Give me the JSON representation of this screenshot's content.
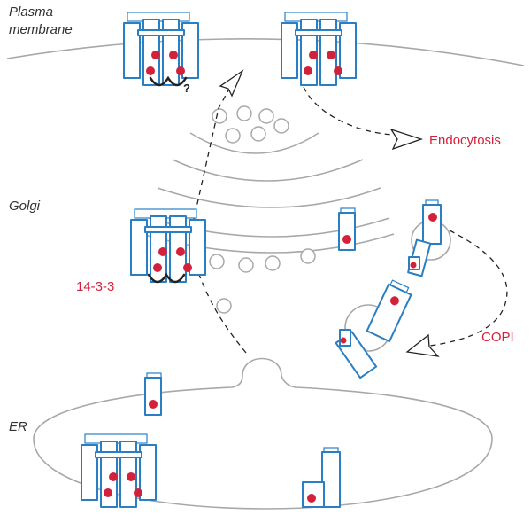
{
  "labels": {
    "plasma_membrane_line1": "Plasma",
    "plasma_membrane_line2": "membrane",
    "golgi": "Golgi",
    "er": "ER",
    "endocytosis": "Endocytosis",
    "copi": "COPI",
    "adaptor_14_3_3": "14-3-3",
    "question_mark": "?"
  },
  "colors": {
    "membrane": "#a8a8a8",
    "channel_outline": "#2a7fc4",
    "retention_signal": "#d4213a",
    "label_red": "#d4213a",
    "transport_path": "#222222"
  }
}
